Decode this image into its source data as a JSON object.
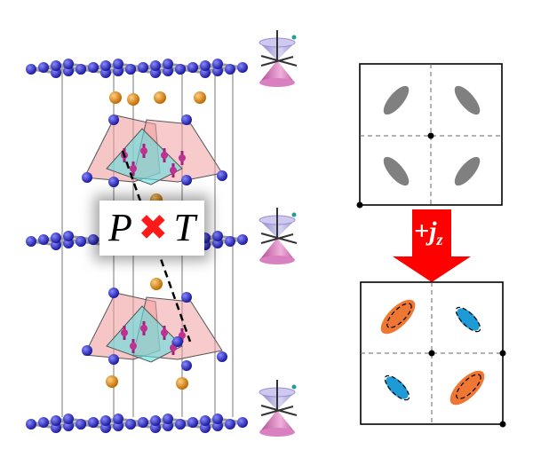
{
  "labels": {
    "p_symbol": "P",
    "cross_symbol": "✖",
    "t_symbol": "T",
    "current_prefix": "+j",
    "current_subscript": "z"
  },
  "colors": {
    "atom_blue": "#2a2ad0",
    "atom_orange": "#e08a10",
    "polyhedron_pink": "#f0a0a0",
    "polyhedron_cyan": "#60e0e0",
    "arrow_red": "#ff0000",
    "pocket_grey": "#808080",
    "pocket_orange": "#ee7733",
    "pocket_blue": "#1e9bd7",
    "cone_upper": "#b0a8e0",
    "cone_lower": "#d070b0"
  }
}
